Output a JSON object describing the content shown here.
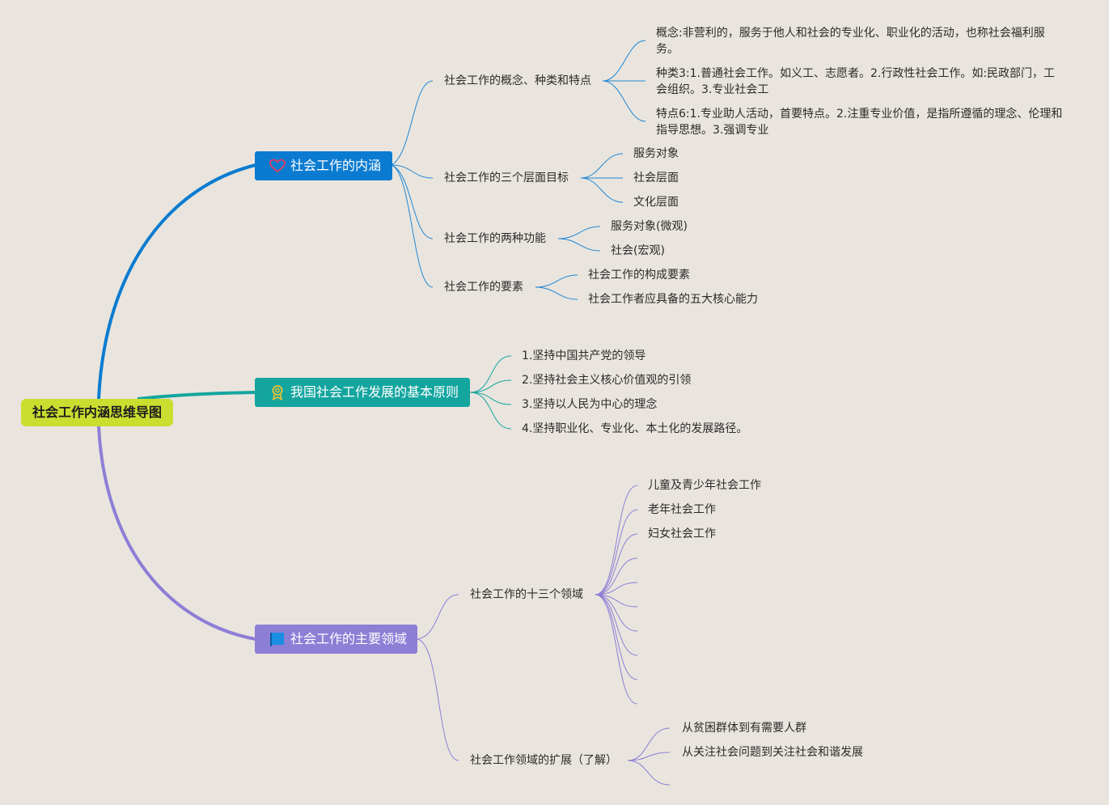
{
  "root": {
    "label": "社会工作内涵思维导图"
  },
  "branches": [
    {
      "label": "社会工作的内涵",
      "icon": "heart-icon",
      "color": "#0a7bd1",
      "children": [
        {
          "label": "社会工作的概念、种类和特点",
          "children": [
            "概念:非营利的，服务于他人和社会的专业化、职业化的活动，也称社会福利服务。",
            "种类3:1.普通社会工作。如义工、志愿者。2.行政性社会工作。如:民政部门，工会组织。3.专业社会工",
            "特点6:1.专业助人活动，首要特点。2.注重专业价值，是指所遵循的理念、伦理和指导思想。3.强调专业"
          ]
        },
        {
          "label": "社会工作的三个层面目标",
          "children": [
            "服务对象",
            "社会层面",
            "文化层面"
          ]
        },
        {
          "label": "社会工作的两种功能",
          "children": [
            "服务对象(微观)",
            "社会(宏观)"
          ]
        },
        {
          "label": "社会工作的要素",
          "children": [
            "社会工作的构成要素",
            "社会工作者应具备的五大核心能力"
          ]
        }
      ]
    },
    {
      "label": "我国社会工作发展的基本原则",
      "icon": "award-ribbon-icon",
      "color": "#14a59f",
      "children": [
        "1.坚持中国共产党的领导",
        "2.坚持社会主义核心价值观的引领",
        "3.坚持以人民为中心的理念",
        "4.坚持职业化、专业化、本土化的发展路径。"
      ]
    },
    {
      "label": "社会工作的主要领域",
      "icon": "flag-icon",
      "color": "#8d7ed6",
      "children": [
        {
          "label": "社会工作的十三个领域",
          "children": [
            "儿童及青少年社会工作",
            "老年社会工作",
            "妇女社会工作",
            "",
            "",
            "",
            "",
            "",
            "",
            ""
          ]
        },
        {
          "label": "社会工作领域的扩展（了解）",
          "children": [
            "从贫困群体到有需要人群",
            "从关注社会问题到关注社会和谐发展",
            ""
          ]
        }
      ]
    }
  ]
}
